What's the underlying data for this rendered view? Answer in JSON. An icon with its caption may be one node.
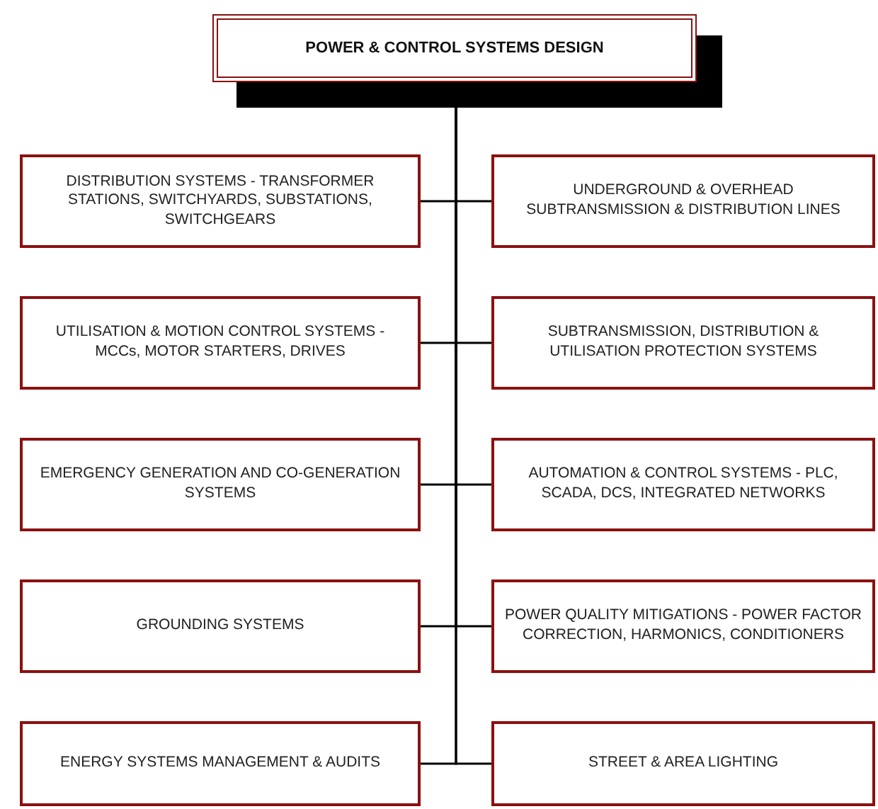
{
  "diagram": {
    "nodes": [
      {
        "text": [
          "POWER & CONTROL SYSTEMS DESIGN"
        ]
      },
      {
        "text": [
          "DISTRIBUTION SYSTEMS - TRANSFORMER STATIONS, SWITCHYARDS, SUBSTATIONS, SWITCHGEARS"
        ]
      },
      {
        "text": [
          "UNDERGROUND & OVERHEAD SUBTRANSMISSION & DISTRIBUTION LINES"
        ]
      },
      {
        "text": [
          "UTILISATION & MOTION CONTROL SYSTEMS - MCCs, MOTOR STARTERS, DRIVES"
        ]
      },
      {
        "text": [
          "SUBTRANSMISSION, DISTRIBUTION & UTILISATION PROTECTION SYSTEMS"
        ]
      },
      {
        "text": [
          "EMERGENCY GENERATION AND CO-GENERATION SYSTEMS"
        ]
      },
      {
        "text": [
          "AUTOMATION & CONTROL SYSTEMS - PLC, SCADA, DCS, INTEGRATED NETWORKS"
        ]
      },
      {
        "text": [
          "GROUNDING SYSTEMS"
        ]
      },
      {
        "text": [
          "POWER QUALITY MITIGATIONS - POWER FACTOR CORRECTION, HARMONICS, CONDITIONERS"
        ]
      },
      {
        "text": [
          "ENERGY SYSTEMS MANAGEMENT & AUDITS"
        ]
      },
      {
        "text": [
          "STREET & AREA LIGHTING"
        ]
      }
    ],
    "edges": [
      {
        "from": 0,
        "to": 1,
        "arrow": "none"
      },
      {
        "from": 0,
        "to": 2,
        "arrow": "none"
      },
      {
        "from": 0,
        "to": 3,
        "arrow": "none"
      },
      {
        "from": 0,
        "to": 4,
        "arrow": "none"
      },
      {
        "from": 0,
        "to": 5,
        "arrow": "none"
      },
      {
        "from": 0,
        "to": 6,
        "arrow": "none"
      },
      {
        "from": 0,
        "to": 7,
        "arrow": "none"
      },
      {
        "from": 0,
        "to": 8,
        "arrow": "none"
      },
      {
        "from": 0,
        "to": 9,
        "arrow": "none"
      },
      {
        "from": 0,
        "to": 10,
        "arrow": "none"
      }
    ]
  }
}
